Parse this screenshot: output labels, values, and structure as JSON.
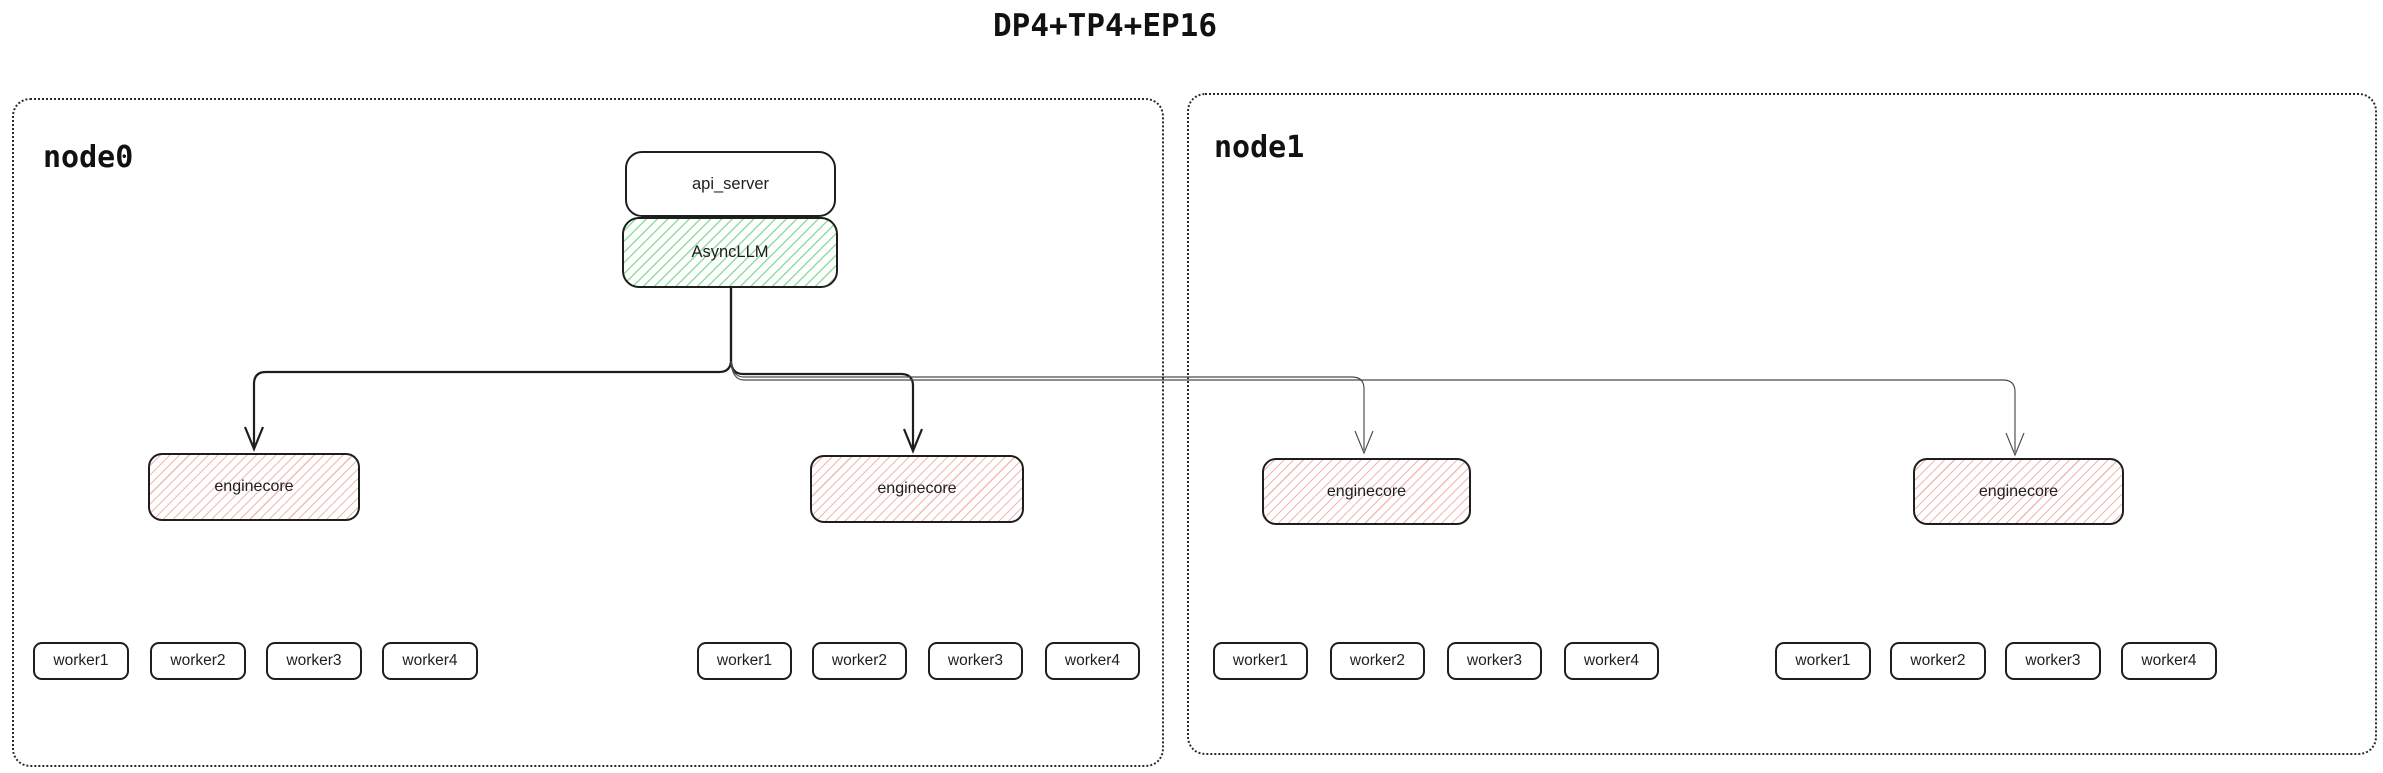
{
  "title": "DP4+TP4+EP16",
  "node0": {
    "label": "node0",
    "api_server_label": "api_server",
    "async_llm_label": "AsyncLLM",
    "enginecores": [
      {
        "label": "enginecore"
      },
      {
        "label": "enginecore"
      }
    ],
    "worker_groups": [
      [
        "worker1",
        "worker2",
        "worker3",
        "worker4"
      ],
      [
        "worker1",
        "worker2",
        "worker3",
        "worker4"
      ]
    ]
  },
  "node1": {
    "label": "node1",
    "enginecores": [
      {
        "label": "enginecore"
      },
      {
        "label": "enginecore"
      }
    ],
    "worker_groups": [
      [
        "worker1",
        "worker2",
        "worker3",
        "worker4"
      ],
      [
        "worker1",
        "worker2",
        "worker3",
        "worker4"
      ]
    ]
  },
  "colors": {
    "line": "#1e1e1e",
    "thin_line": "#4a4a4a",
    "border": "#1e1e1e",
    "green_hatch_line": "#8fdf9d",
    "red_hatch_line": "#f2b8b2"
  }
}
